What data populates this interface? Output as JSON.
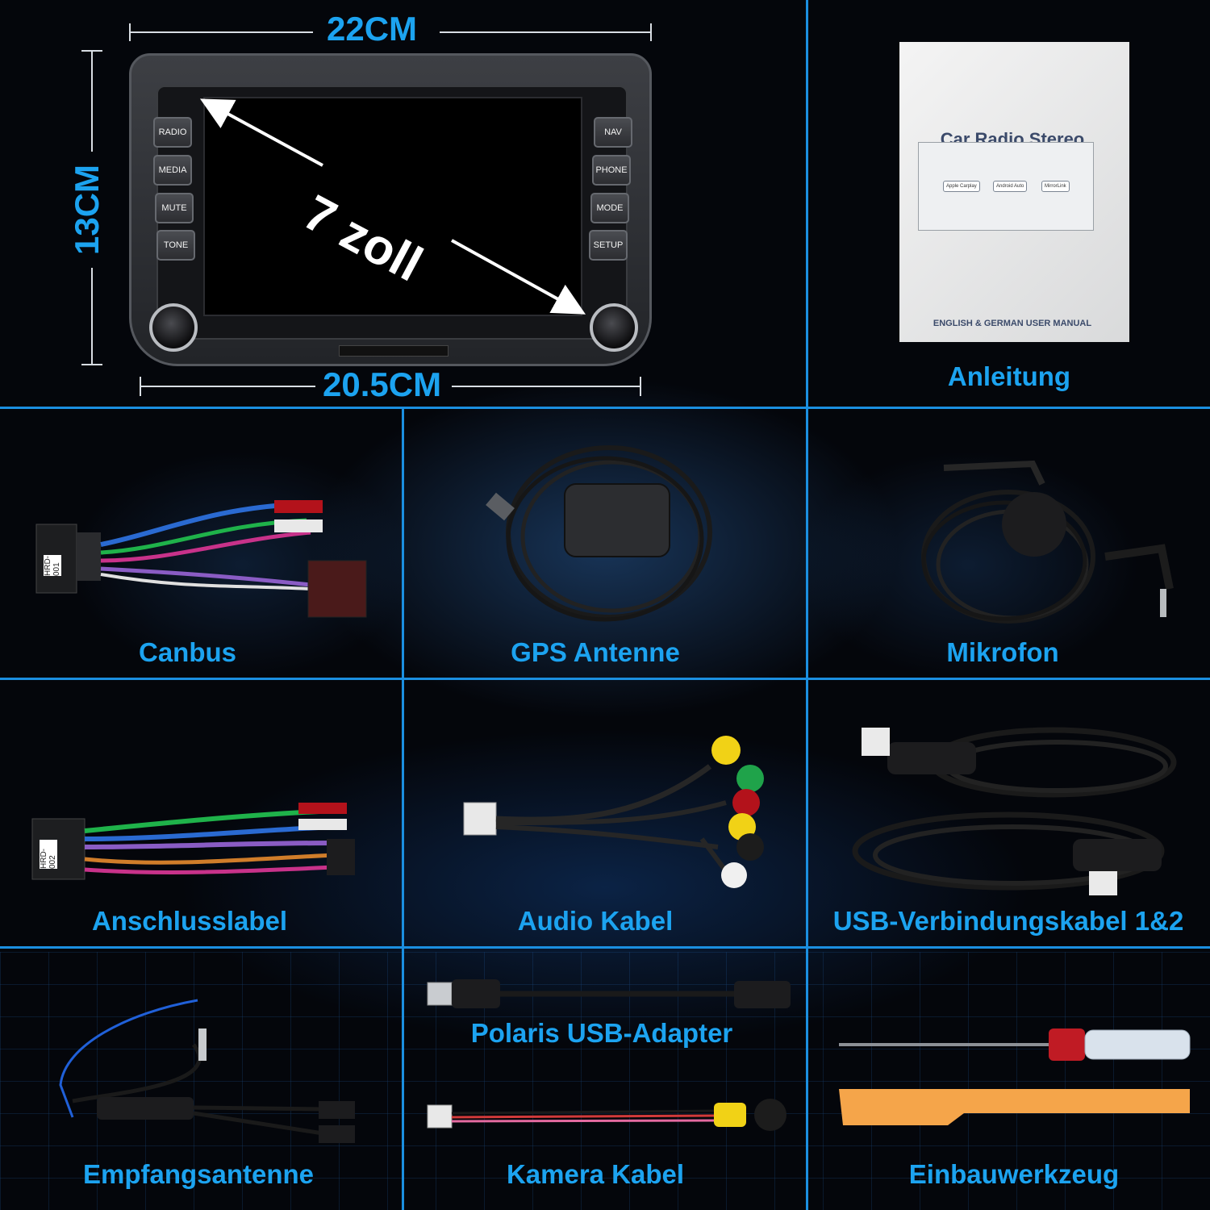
{
  "dimensions": {
    "width_top": "22CM",
    "height_side": "13CM",
    "width_bottom": "20.5CM",
    "diagonal": "7 zoll"
  },
  "radio_buttons": {
    "left": [
      "RADIO",
      "MEDIA",
      "MUTE",
      "TONE"
    ],
    "right": [
      "NAV",
      "PHONE",
      "MODE",
      "SETUP"
    ]
  },
  "manual": {
    "title": "Car Radio Stereo",
    "subtitle": "ENGLISH & GERMAN USER MANUAL",
    "chips": [
      "Apple Carplay",
      "Android Auto",
      "MirrorLink"
    ]
  },
  "items": {
    "anleitung": "Anleitung",
    "canbus": "Canbus",
    "gps": "GPS Antenne",
    "mikrofon": "Mikrofon",
    "anschlusslabel": "Anschlusslabel",
    "audio": "Audio Kabel",
    "usb": "USB-Verbindungskabel 1&2",
    "polaris": "Polaris USB-Adapter",
    "empfang": "Empfangsantenne",
    "kamera": "Kamera Kabel",
    "werkzeug": "Einbauwerkzeug"
  },
  "harness_tags": {
    "canbus": "HRD-001",
    "anschluss": "HRD-002"
  },
  "colors": {
    "accent": "#1ca3f0",
    "divider": "#1b8fe0"
  }
}
